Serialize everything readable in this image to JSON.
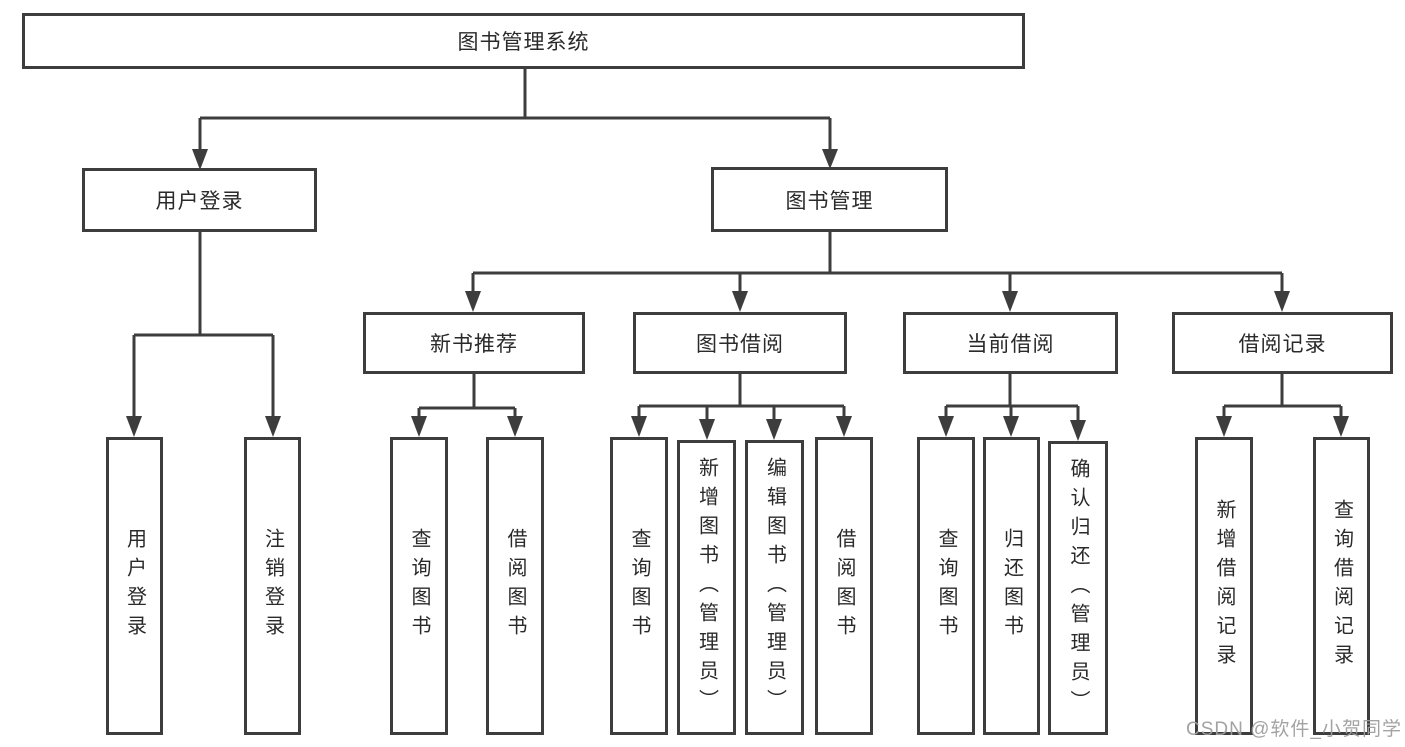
{
  "diagram": {
    "root": "图书管理系统",
    "level2": {
      "user_login": "用户登录",
      "book_management": "图书管理"
    },
    "level3": {
      "new_book_recommend": "新书推荐",
      "book_borrowing": "图书借阅",
      "current_borrowing": "当前借阅",
      "borrow_records": "借阅记录"
    },
    "leaves": {
      "user_login": "用户登录",
      "logout": "注销登录",
      "rec_query_book": "查询图书",
      "rec_borrow_book": "借阅图书",
      "bor_query_book": "查询图书",
      "bor_add_book_admin": "新增图书（管理员）",
      "bor_edit_book_admin": "编辑图书（管理员）",
      "bor_borrow_book": "借阅图书",
      "cur_query_book": "查询图书",
      "cur_return_book": "归还图书",
      "cur_confirm_return_admin": "确认归还（管理员）",
      "log_add_borrow_record": "新增借阅记录",
      "log_query_borrow_record": "查询借阅记录"
    }
  },
  "watermark": "CSDN @软件_小贺同学",
  "colors": {
    "line": "#3d3d3d",
    "box_border": "#3d3d3d",
    "box_bg": "#ffffff",
    "text": "#2a2a2a",
    "watermark": "#9e9e9e",
    "background": "#ffffff"
  }
}
